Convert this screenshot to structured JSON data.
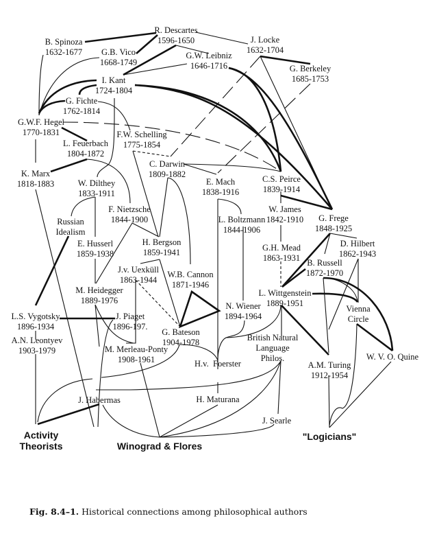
{
  "figure": {
    "caption_label": "Fig. 8.4–1.",
    "caption_text": "Historical connections among philosophical authors"
  },
  "nodes": {
    "descartes": {
      "name": "R. Descartes",
      "dates": "1596-1650"
    },
    "spinoza": {
      "name": "B. Spinoza",
      "dates": "1632-1677"
    },
    "vico": {
      "name": "G.B. Vico",
      "dates": "1668-1749"
    },
    "locke": {
      "name": "J. Locke",
      "dates": "1632-1704"
    },
    "leibniz": {
      "name": "G.W. Leibniz",
      "dates": "1646-1716"
    },
    "berkeley": {
      "name": "G. Berkeley",
      "dates": "1685-1753"
    },
    "kant": {
      "name": "I. Kant",
      "dates": "1724-1804"
    },
    "fichte": {
      "name": "G. Fichte",
      "dates": "1762-1814"
    },
    "hegel": {
      "name": "G.W.F. Hegel",
      "dates": "1770-1831"
    },
    "schelling": {
      "name": "F.W. Schelling",
      "dates": "1775-1854"
    },
    "feuerbach": {
      "name": "L. Feuerbach",
      "dates": "1804-1872"
    },
    "darwin": {
      "name": "C. Darwin",
      "dates": "1809-1882"
    },
    "marx": {
      "name": "K. Marx",
      "dates": "1818-1883"
    },
    "dilthey": {
      "name": "W. Dilthey",
      "dates": "1833-1911"
    },
    "mach": {
      "name": "E. Mach",
      "dates": "1838-1916"
    },
    "peirce": {
      "name": "C.S. Peirce",
      "dates": "1839-1914"
    },
    "james": {
      "name": "W. James",
      "dates": "1842-1910"
    },
    "frege": {
      "name": "G. Frege",
      "dates": "1848-1925"
    },
    "nietzsche": {
      "name": "F. Nietzsche",
      "dates": "1844-1900"
    },
    "boltzmann": {
      "name": "L. Boltzmann",
      "dates": "1844-1906"
    },
    "russian": {
      "name": "Russian",
      "dates": "Idealism"
    },
    "husserl": {
      "name": "E. Husserl",
      "dates": "1859-1938"
    },
    "bergson": {
      "name": "H. Bergson",
      "dates": "1859-1941"
    },
    "mead": {
      "name": "G.H. Mead",
      "dates": "1863-1931"
    },
    "hilbert": {
      "name": "D. Hilbert",
      "dates": "1862-1943"
    },
    "uexkull": {
      "name": "J.v. Uexküll",
      "dates": "1863-1944"
    },
    "russell": {
      "name": "B. Russell",
      "dates": "1872-1970"
    },
    "cannon": {
      "name": "W.B. Cannon",
      "dates": "1871-1946"
    },
    "heidegger": {
      "name": "M. Heidegger",
      "dates": "1889-1976"
    },
    "wittgenstein": {
      "name": "L. Wittgenstein",
      "dates": "1889-1951"
    },
    "vienna": {
      "name": "Vienna",
      "dates": "Circle"
    },
    "vygotsky": {
      "name": "L.S. Vygotsky",
      "dates": "1896-1934"
    },
    "piaget": {
      "name": "J. Piaget",
      "dates": "1896-197."
    },
    "wiener": {
      "name": "N. Wiener",
      "dates": "1894-1964"
    },
    "bateson": {
      "name": "G. Bateson",
      "dates": "1904-1978"
    },
    "leontyev": {
      "name": "A.N. Leontyev",
      "dates": "1903-1979"
    },
    "merleau": {
      "name": "M. Merleau-Ponty",
      "dates": "1908-1961"
    },
    "bnlp": {
      "name": "British Natural",
      "line2": "Language",
      "dates": "Philos."
    },
    "foerster": {
      "name": "H.v.  Foerster"
    },
    "turing": {
      "name": "A.M. Turing",
      "dates": "1912-1954"
    },
    "quine": {
      "name": "W. V. O. Quine"
    },
    "habermas": {
      "name": "J. Habermas"
    },
    "maturana": {
      "name": "H. Maturana"
    },
    "searle": {
      "name": "J. Searle"
    }
  },
  "groups": {
    "activity_line1": "Activity",
    "activity_line2": "Theorists",
    "winograd": "Winograd & Flores",
    "logicians": "\"Logicians\""
  },
  "edge_styles": {
    "thin": "solid",
    "thick": "bold",
    "dashed": "dashed",
    "long_dash": "broken"
  }
}
